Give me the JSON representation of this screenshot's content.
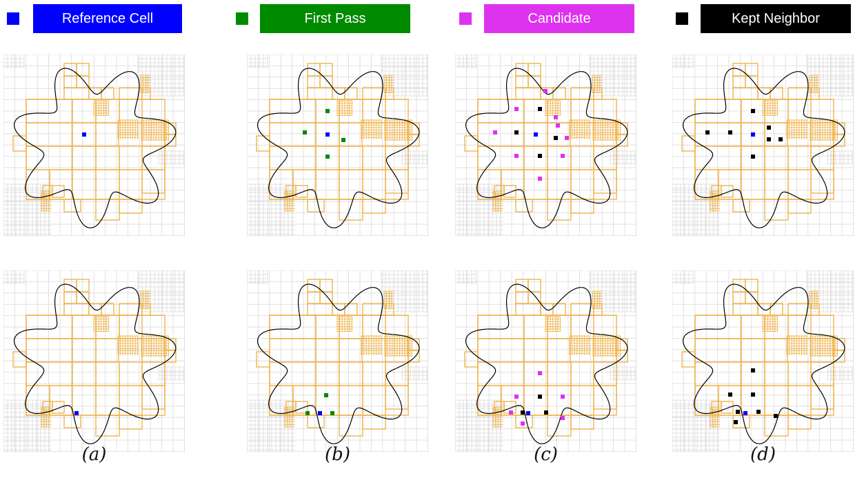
{
  "legend": [
    {
      "label": "Reference Cell",
      "color": "#0000ff"
    },
    {
      "label": "First Pass",
      "color": "#008a00"
    },
    {
      "label": "Candidate",
      "color": "#dd33ee"
    },
    {
      "label": "Kept Neighbor",
      "color": "#000000"
    }
  ],
  "captions": [
    "(a)",
    "(b)",
    "(c)",
    "(d)"
  ],
  "colors": {
    "reference": "#0000ff",
    "first_pass": "#008a00",
    "candidate": "#dd33ee",
    "kept": "#000000",
    "quadtree_inside": "#f0b44c",
    "background_grid": "#d9d9d9",
    "boundary": "#000000"
  }
}
